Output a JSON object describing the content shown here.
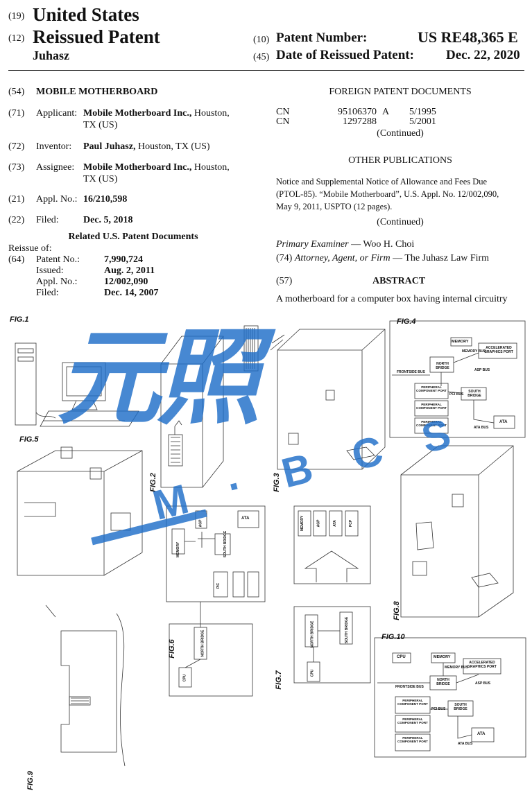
{
  "header": {
    "code19": "(19)",
    "country": "United States",
    "code12": "(12)",
    "doc_type": "Reissued Patent",
    "inventor_short": "Juhasz",
    "code10": "(10)",
    "patent_number_label": "Patent Number:",
    "patent_number": "US RE48,365 E",
    "code45": "(45)",
    "date_label": "Date of Reissued Patent:",
    "date": "Dec. 22, 2020"
  },
  "left": {
    "title": {
      "code": "(54)",
      "value": "MOBILE MOTHERBOARD"
    },
    "applicant": {
      "code": "(71)",
      "label": "Applicant:",
      "name": "Mobile Motherboard Inc.,",
      "rest": " Houston,",
      "line2": "TX (US)"
    },
    "inventor": {
      "code": "(72)",
      "label": "Inventor:",
      "name": "Paul Juhasz,",
      "rest": " Houston, TX (US)"
    },
    "assignee": {
      "code": "(73)",
      "label": "Assignee:",
      "name": "Mobile Motherboard Inc.,",
      "rest": " Houston,",
      "line2": "TX (US)"
    },
    "appl_no": {
      "code": "(21)",
      "label": "Appl. No.:",
      "value": "16/210,598"
    },
    "filed": {
      "code": "(22)",
      "label": "Filed:",
      "value": "Dec. 5, 2018"
    },
    "related_title": "Related U.S. Patent Documents",
    "reissue_of": "Reissue of:",
    "reissue_code": "(64)",
    "reissue_rows": [
      {
        "label": "Patent No.:",
        "value": "7,990,724"
      },
      {
        "label": "Issued:",
        "value": "Aug. 2, 2011"
      },
      {
        "label": "Appl. No.:",
        "value": "12/002,090"
      },
      {
        "label": "Filed:",
        "value": "Dec. 14, 2007"
      }
    ]
  },
  "right": {
    "foreign_title": "FOREIGN PATENT DOCUMENTS",
    "foreign_rows": [
      {
        "country": "CN",
        "number": "95106370",
        "kind": "A",
        "date": "5/1995"
      },
      {
        "country": "CN",
        "number": "1297288",
        "kind": "",
        "date": "5/2001"
      }
    ],
    "continued1": "(Continued)",
    "other_title": "OTHER PUBLICATIONS",
    "other_text_1": "Notice and Supplemental Notice of Allowance and Fees Due",
    "other_text_2": "(PTOL-85). “Mobile Motherboard”, U.S. Appl. No. 12/002,090,",
    "other_text_3": "May 9, 2011, USPTO (12 pages).",
    "continued2": "(Continued)",
    "examiner_label": "Primary Examiner",
    "examiner": " — Woo H. Choi",
    "attorney_code": "(74)",
    "attorney_label": "Attorney, Agent, or Firm",
    "attorney": " — The Juhasz Law Firm",
    "abstract_code": "(57)",
    "abstract_title": "ABSTRACT",
    "abstract_text": "A motherboard for a computer box having internal circuitry"
  },
  "figures": {
    "labels": [
      "FIG.1",
      "FIG.2",
      "FIG.3",
      "FIG.4",
      "FIG.5",
      "FIG.6",
      "FIG.7",
      "FIG.8",
      "FIG.9",
      "FIG.10"
    ],
    "fig4_blocks": [
      "MEMORY",
      "MEMORY BUS",
      "ACCELERATED GRAPHICS PORT",
      "NORTH BRIDGE",
      "ASP BUS",
      "FRONTSIDE BUS",
      "PCI BUS",
      "SOUTH BRIDGE",
      "PERIPHERAL COMPONENT PORT",
      "PERIPHERAL COMPONENT PORT",
      "PERIPHERAL COMPONENT PORT",
      "ATA BUS",
      "ATA"
    ],
    "fig10_blocks": [
      "CPU",
      "MEMORY",
      "MEMORY BUS",
      "ACCELERATED GRAPHICS PORT",
      "NORTH BRIDGE",
      "ASP BUS",
      "FRONTSIDE BUS",
      "PCI BUS",
      "SOUTH BRIDGE",
      "PERIPHERAL COMPONENT PORT",
      "PERIPHERAL COMPONENT PORT",
      "PERIPHERAL COMPONENT PORT",
      "ATA BUS",
      "ATA"
    ],
    "fig6_blocks": [
      "MEMORY",
      "AGP",
      "ATA",
      "SOUTH BRIDGE",
      "NORTH BRIDGE",
      "CPU",
      "PIC"
    ],
    "fig7_blocks": [
      "MEMORY",
      "AGP",
      "ATA",
      "PCP",
      "NORTH BRIDGE",
      "SOUTH BRIDGE",
      "CPU"
    ]
  },
  "watermark": {
    "main": "元照",
    "sub": "M · B C S"
  }
}
